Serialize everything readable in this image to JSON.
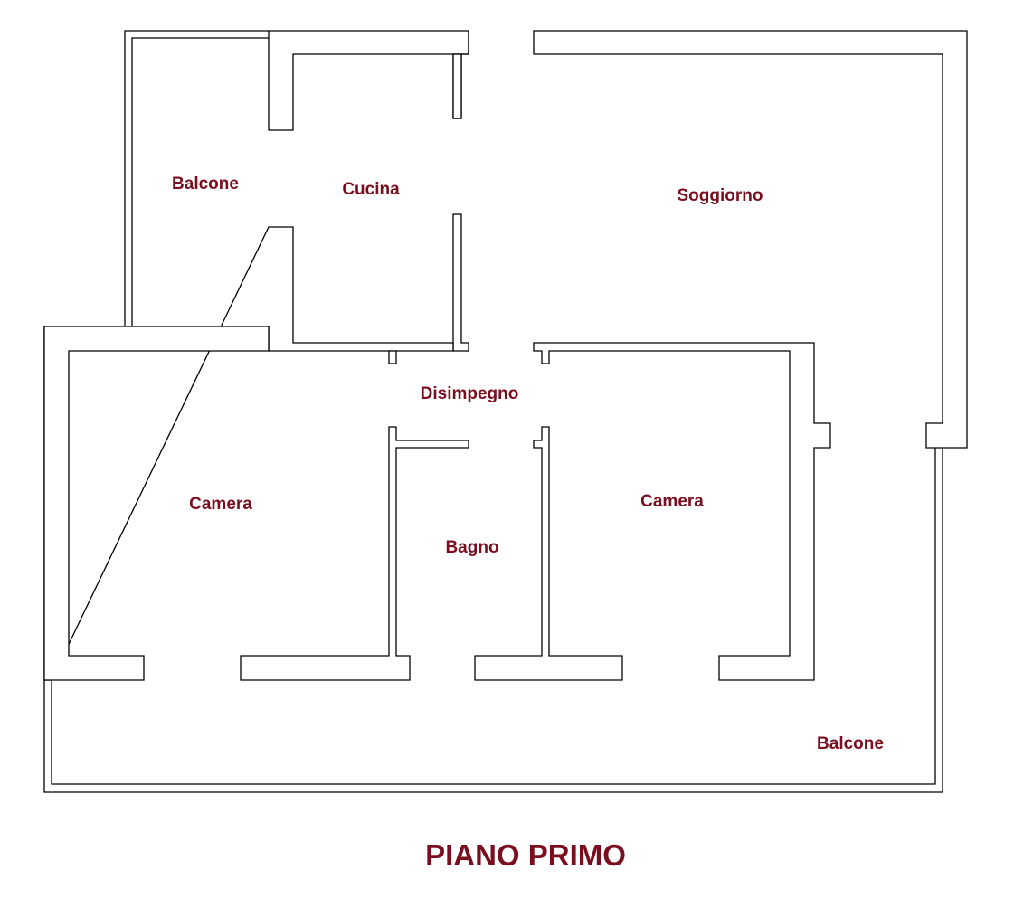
{
  "diagram": {
    "title": "PIANO PRIMO",
    "rooms": {
      "balcone_left": "Balcone",
      "cucina": "Cucina",
      "soggiorno": "Soggiorno",
      "disimpegno": "Disimpegno",
      "camera_left": "Camera",
      "bagno": "Bagno",
      "camera_right": "Camera",
      "balcone_bottom": "Balcone"
    }
  },
  "colors": {
    "label": "#7a0e1e",
    "wall_stroke": "#000000",
    "background": "#ffffff"
  }
}
